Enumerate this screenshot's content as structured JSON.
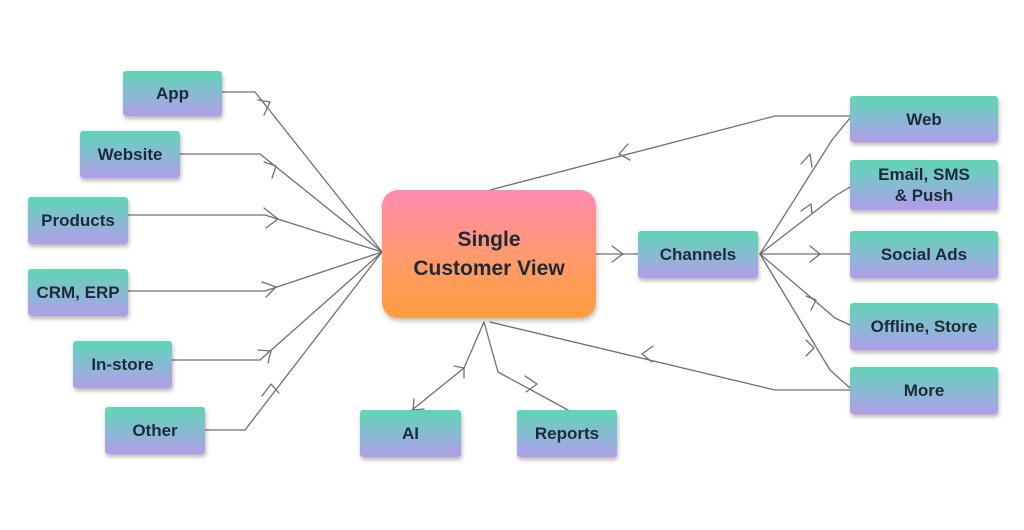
{
  "center": {
    "label": "Single\nCustomer View"
  },
  "sources": {
    "app": "App",
    "website": "Website",
    "products": "Products",
    "crm_erp": "CRM, ERP",
    "in_store": "In-store",
    "other": "Other"
  },
  "outputs": {
    "ai": "AI",
    "reports": "Reports"
  },
  "channels_hub": "Channels",
  "channels": {
    "web": "Web",
    "email_sms_push": "Email, SMS\n& Push",
    "social_ads": "Social Ads",
    "offline_store": "Offline, Store",
    "more": "More"
  },
  "colors": {
    "node_gradient": [
      "#5fd6b3",
      "#b39ce8"
    ],
    "center_gradient": [
      "#ff8bb0",
      "#ff9d3a"
    ],
    "connector": "#6b6b6b"
  }
}
